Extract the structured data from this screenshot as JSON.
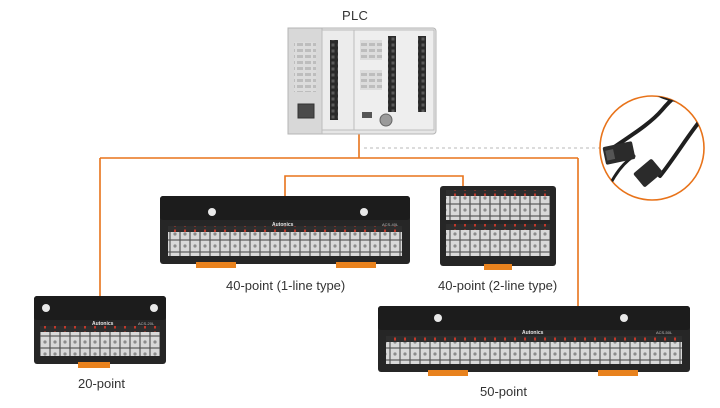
{
  "labels": {
    "plc": "PLC",
    "terminal_40_1line": "40-point (1-line type)",
    "terminal_40_2line": "40-point (2-line type)",
    "terminal_20": "20-point",
    "terminal_50": "50-point"
  },
  "device_marks": {
    "brand": "Autonics",
    "model_40": "ACS-40L",
    "model_20": "ACS-20L",
    "model_50": "ACS-50L"
  },
  "colors": {
    "wire": "#e8731a",
    "dashed_line": "#b8b8b8",
    "plc_body": "#e6e6e6",
    "terminal_body": "#262626",
    "terminal_cell": "#dcdcdc",
    "din_clip": "#e8821e"
  }
}
